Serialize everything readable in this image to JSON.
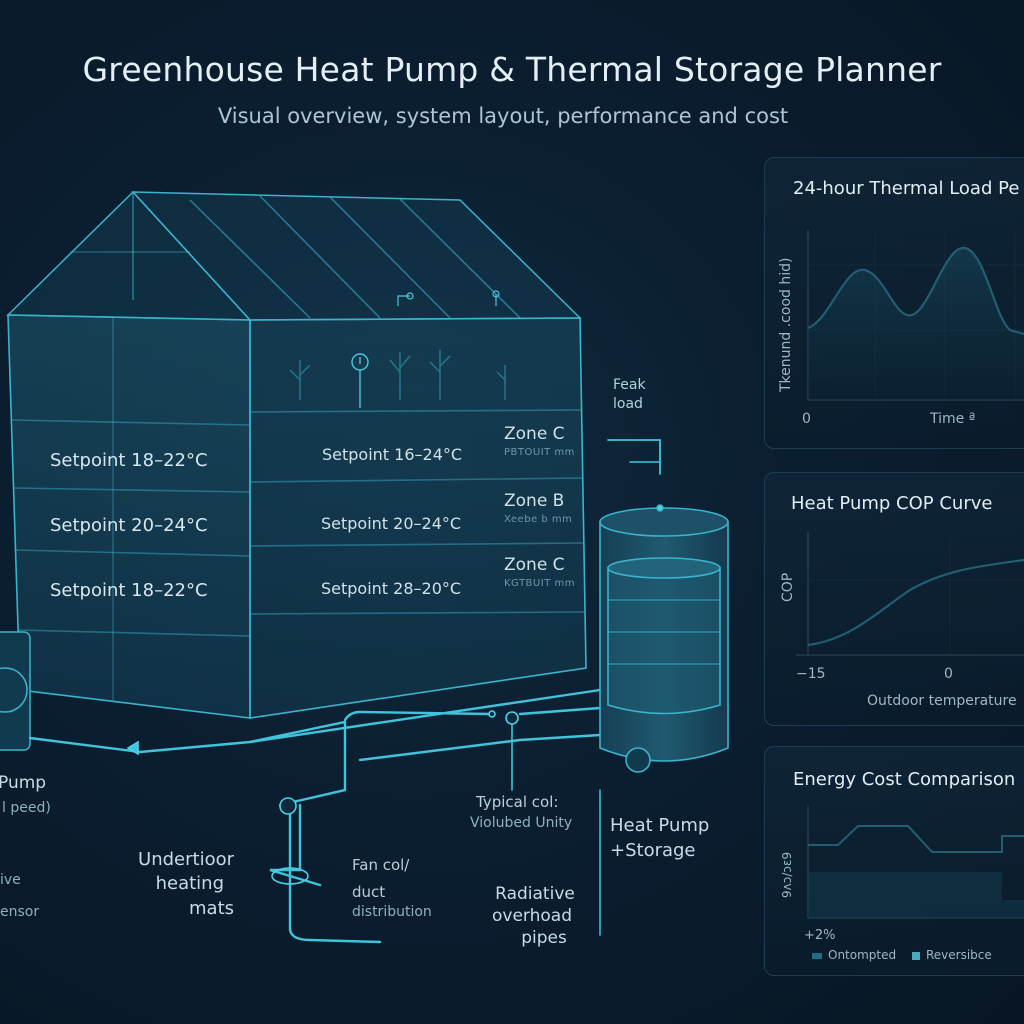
{
  "header": {
    "title": "Greenhouse Heat Pump & Thermal Storage Planner",
    "subtitle": "Visual overview, system layout, performance and cost"
  },
  "greenhouse": {
    "left_zones": [
      {
        "setpoint": "Setpoint 18–22°C"
      },
      {
        "setpoint": "Setpoint 20–24°C"
      },
      {
        "setpoint": "Setpoint 18–22°C"
      }
    ],
    "right_zones": [
      {
        "setpoint": "Setpoint 16–24°C",
        "zone": "Zone C",
        "tag": "PBTOUIT mm"
      },
      {
        "setpoint": "Setpoint 20–24°C",
        "zone": "Zone B",
        "tag": "Xeebe b mm"
      },
      {
        "setpoint": "Setpoint 28–20°C",
        "zone": "Zone C",
        "tag": "KGTBUIT mm"
      }
    ]
  },
  "labels": {
    "peak_load_1": "Feak",
    "peak_load_2": "load",
    "heat_pump_1": "Pump",
    "heat_pump_2": "l peed)",
    "left_small_1": "ive",
    "left_small_2": "ensor",
    "underfloor_1": "Undertioor",
    "underfloor_2": "heating",
    "underfloor_3": "mats",
    "fan_coil_1": "Fan col/",
    "fan_coil_2": "duct",
    "fan_coil_3": "distribution",
    "typical_1": "Typical col:",
    "typical_2": "Violubed Unity",
    "storage_1": "Heat Pump",
    "storage_2": "+Storage",
    "radiative_1": "Radiative",
    "radiative_2": "overhoad",
    "radiative_3": "pipes"
  },
  "panels": {
    "load": {
      "title": "24-hour Thermal Load Pe",
      "ylabel": "Tkenund .cood hid)",
      "x0": "0",
      "xlabel": "Time ª"
    },
    "cop": {
      "title": "Heat Pump COP Curve",
      "ylabel": "COP",
      "xmin": "−15",
      "xmid": "0",
      "xlabel": "Outdoor temperature"
    },
    "cost": {
      "title": "Energy Cost Comparison",
      "ylabel": "9ʌɔ/ɔɛ9",
      "pct": "+2%",
      "legend1": "Ontompted",
      "legend2": "Reversibce"
    }
  },
  "colors": {
    "accent": "#3fc4dc",
    "background": "#0b1e30",
    "glass": "#1f5c73"
  }
}
